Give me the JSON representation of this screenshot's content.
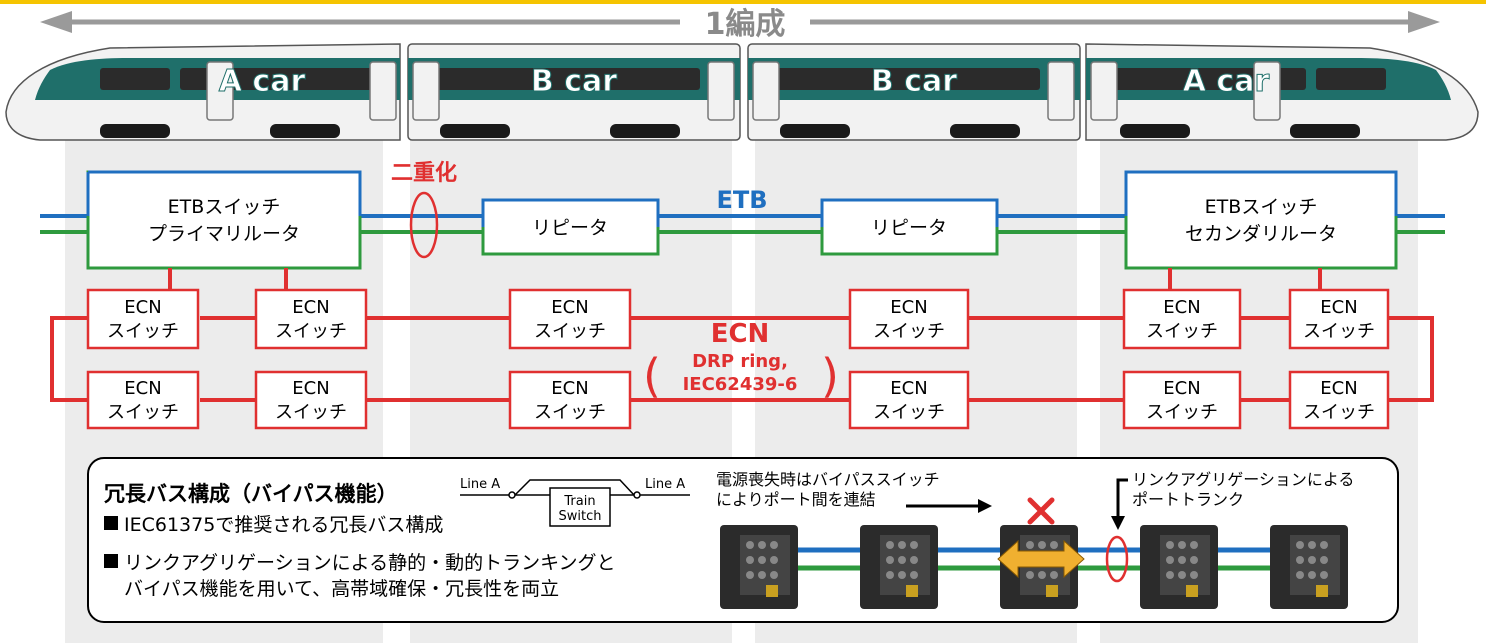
{
  "formation_label": "1編成",
  "cars": [
    "A car",
    "B car",
    "B car",
    "A car"
  ],
  "redundancy_label": "二重化",
  "etb": {
    "label": "ETB",
    "primary_router": [
      "ETBスイッチ",
      "プライマリルータ"
    ],
    "secondary_router": [
      "ETBスイッチ",
      "セカンダリルータ"
    ],
    "repeaters": [
      "リピータ",
      "リピータ"
    ]
  },
  "ecn": {
    "label": "ECN",
    "sublabel_lines": [
      "DRP ring,",
      "IEC62439-6"
    ],
    "switch_label": [
      "ECN",
      "スイッチ"
    ]
  },
  "info": {
    "title": "冗長バス構成（バイパス機能）",
    "bullets": [
      "IEC61375で推奨される冗長バス構成",
      "リンクアグリゲーションによる静的・動的トランキングと",
      "バイパス機能を用いて、高帯域確保・冗長性を両立"
    ],
    "schematic": {
      "line_left": "Line A",
      "line_right": "Line A",
      "box": [
        "Train",
        "Switch"
      ]
    },
    "bypass_caption": [
      "電源喪失時はバイパススイッチ",
      "によりポート間を連結"
    ],
    "trunk_caption": [
      "リンクアグリゲーションによる",
      "ポートトランク"
    ]
  },
  "colors": {
    "etb_blue": "#1f6fc0",
    "etb_green": "#2e9a3e",
    "ecn_red": "#e03030",
    "car_teal": "#1f6f6a",
    "header_yellow": "#f5c400",
    "arrow_orange": "#f0b030"
  }
}
